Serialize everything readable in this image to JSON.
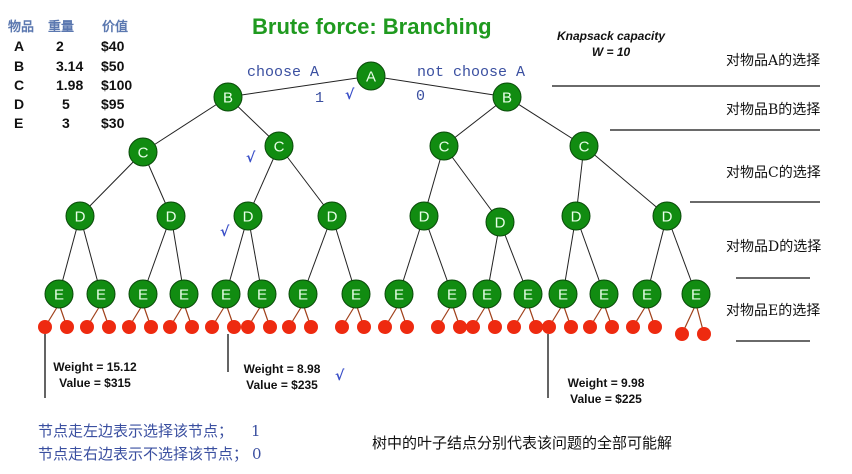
{
  "title": "Brute force: Branching",
  "capacity": {
    "line1": "Knapsack capacity",
    "line2": "W = 10"
  },
  "item_table": {
    "headers": [
      "物品",
      "重量",
      "价值"
    ],
    "rows": [
      {
        "item": "A",
        "weight": "2",
        "value": "$40"
      },
      {
        "item": "B",
        "weight": "3.14",
        "value": "$50"
      },
      {
        "item": "C",
        "weight": "1.98",
        "value": "$100"
      },
      {
        "item": "D",
        "weight": "5",
        "value": "$95"
      },
      {
        "item": "E",
        "weight": "3",
        "value": "$30"
      }
    ]
  },
  "branch_labels": {
    "left": "choose A",
    "right": "not choose A",
    "left_value": "1",
    "right_value": "0",
    "check": "√"
  },
  "level_labels": [
    "对物品A的选择",
    "对物品B的选择",
    "对物品C的选择",
    "对物品D的选择",
    "对物品E的选择"
  ],
  "tree": {
    "root": "A",
    "levels": [
      "A",
      "B",
      "C",
      "D",
      "E"
    ],
    "node_color": "#118c11",
    "leaf_color": "#ee2a10",
    "leaf_count": 32
  },
  "leaf_annotations": [
    {
      "weight": "Weight = 15.12",
      "value": "Value = $315"
    },
    {
      "weight": "Weight = 8.98",
      "value": "Value = $235"
    },
    {
      "weight": "Weight = 9.98",
      "value": "Value = $225"
    }
  ],
  "legend": {
    "line1": "节点走左边表示选择该节点；",
    "line1_value": "1",
    "line2": "节点走右边表示不选择该节点；",
    "line2_value": "0"
  },
  "note": "树中的叶子结点分别代表该问题的全部可能解"
}
